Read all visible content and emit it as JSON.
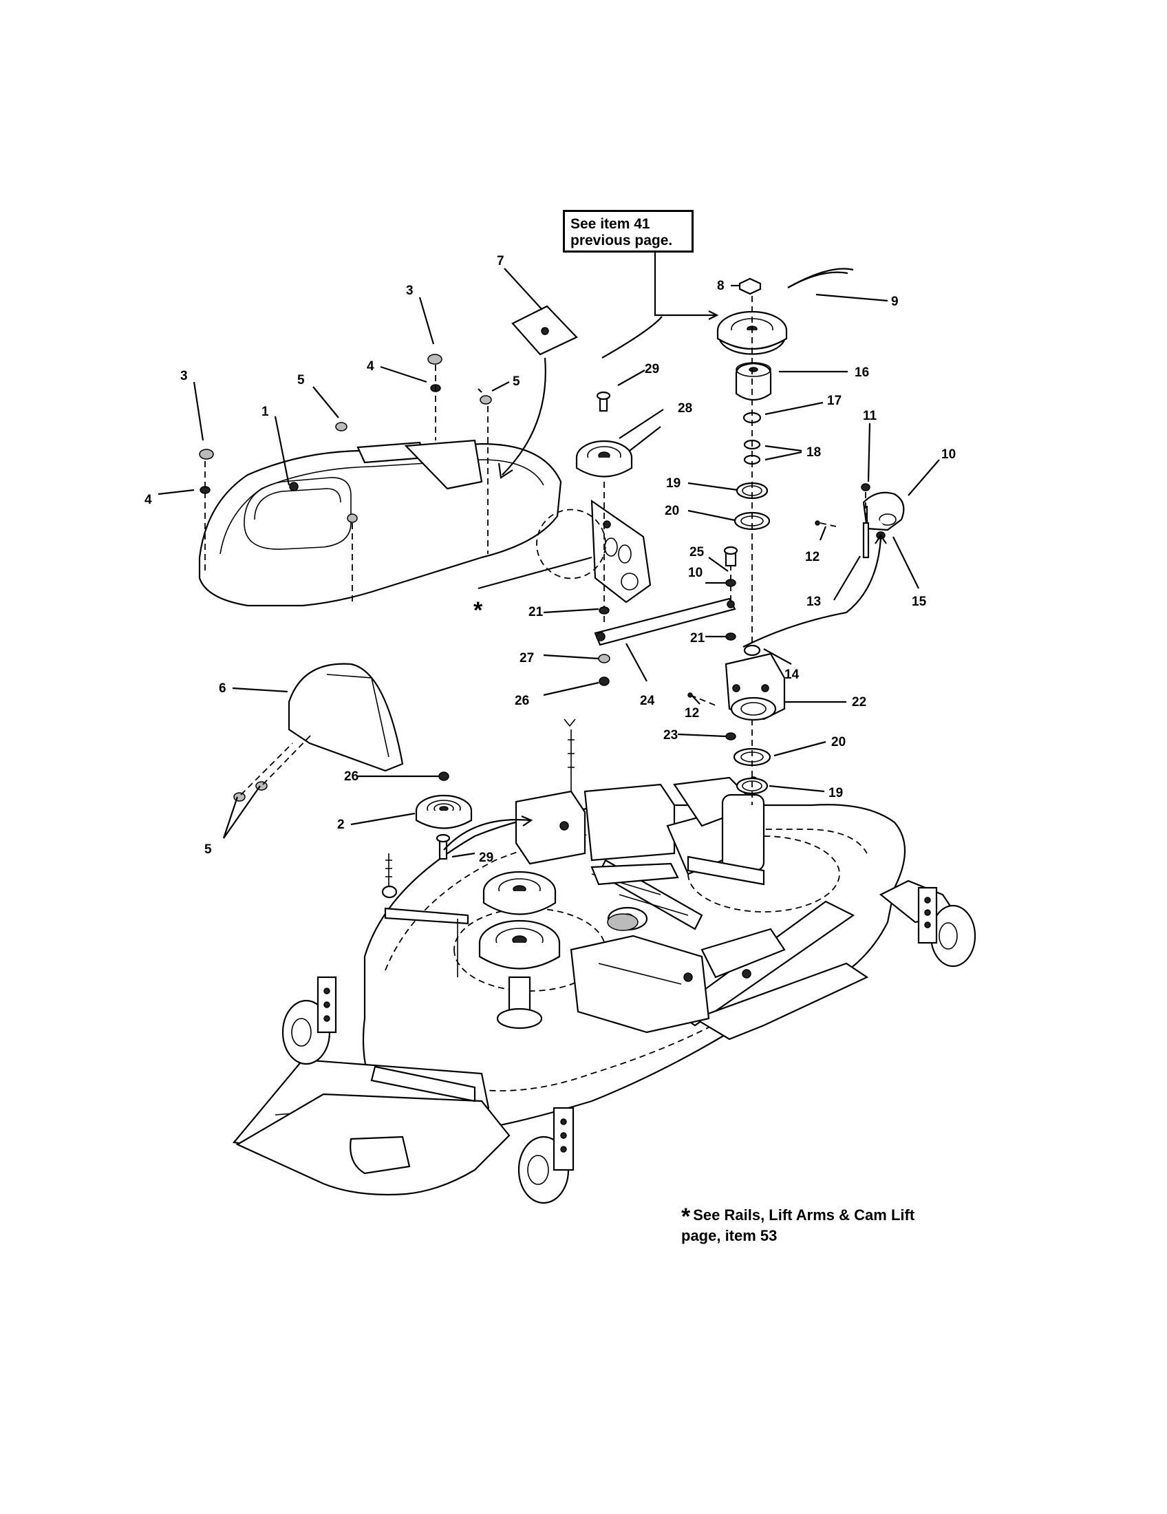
{
  "callout_note": [
    "See item 41",
    "previous page."
  ],
  "footnote": {
    "symbol": "*",
    "lines": [
      "See Rails, Lift Arms & Cam Lift",
      "page, item 53"
    ]
  },
  "asterisk_marker": "*",
  "part_labels": {
    "p1": "1",
    "p2": "2",
    "p3a": "3",
    "p3b": "3",
    "p4a": "4",
    "p4b": "4",
    "p5a": "5",
    "p5b": "5",
    "p5c": "5",
    "p6": "6",
    "p7": "7",
    "p8": "8",
    "p9": "9",
    "p10a": "10",
    "p10b": "10",
    "p11": "11",
    "p12a": "12",
    "p12b": "12",
    "p13": "13",
    "p14": "14",
    "p15": "15",
    "p16": "16",
    "p17": "17",
    "p18": "18",
    "p19a": "19",
    "p19b": "19",
    "p20a": "20",
    "p20b": "20",
    "p21a": "21",
    "p21b": "21",
    "p22": "22",
    "p23": "23",
    "p24": "24",
    "p25": "25",
    "p26a": "26",
    "p26b": "26",
    "p27": "27",
    "p28": "28",
    "p29a": "29",
    "p29b": "29"
  }
}
